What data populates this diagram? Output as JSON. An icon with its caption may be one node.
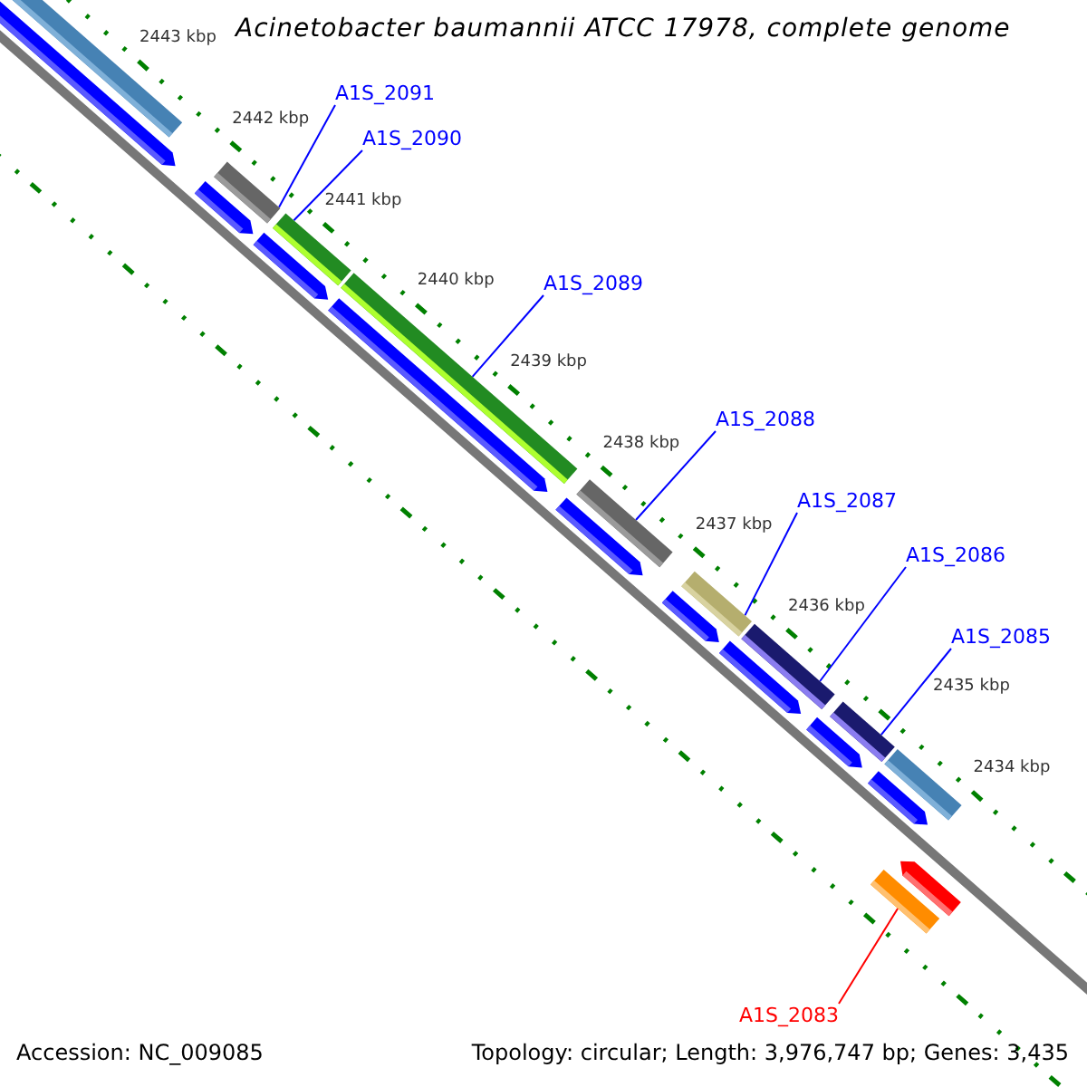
{
  "diagram": {
    "title": "Acinetobacter baumannii ATCC 17978, complete genome",
    "nodes": [
      {
        "text": [
          "A1S_2091"
        ]
      },
      {
        "text": [],
        "shape": "bar"
      },
      {
        "text": [
          "A1S_2090"
        ]
      },
      {
        "text": [],
        "shape": "bar"
      },
      {
        "text": [
          "A1S_2089"
        ]
      },
      {
        "text": [],
        "shape": "bar"
      },
      {
        "text": [
          "A1S_2088"
        ]
      },
      {
        "text": [],
        "shape": "bar"
      },
      {
        "text": [
          "A1S_2087"
        ]
      },
      {
        "text": [],
        "shape": "bar"
      },
      {
        "text": [
          "A1S_2086"
        ]
      },
      {
        "text": [],
        "shape": "bar"
      },
      {
        "text": [
          "A1S_2085"
        ]
      },
      {
        "text": [],
        "shape": "bar"
      },
      {
        "text": [
          "A1S_2083"
        ]
      },
      {
        "text": [],
        "shape": "bar"
      }
    ],
    "edges": [
      {
        "from": 0,
        "to": 1,
        "arrow": "none"
      },
      {
        "from": 2,
        "to": 3,
        "arrow": "none"
      },
      {
        "from": 4,
        "to": 5,
        "arrow": "none"
      },
      {
        "from": 6,
        "to": 7,
        "arrow": "none"
      },
      {
        "from": 8,
        "to": 9,
        "arrow": "none"
      },
      {
        "from": 10,
        "to": 11,
        "arrow": "none"
      },
      {
        "from": 12,
        "to": 13,
        "arrow": "none"
      },
      {
        "from": 14,
        "to": 15,
        "arrow": "none",
        "color": "#ff0000"
      }
    ],
    "labels": [
      "2443 kbp",
      "2442 kbp",
      "2441 kbp",
      "2440 kbp",
      "2439 kbp",
      "2438 kbp",
      "2437 kbp",
      "2436 kbp",
      "2435 kbp",
      "2434 kbp",
      "Accession: NC_009085",
      "Topology: circular; Length: 3,976,747 bp; Genes: 3,435"
    ]
  }
}
